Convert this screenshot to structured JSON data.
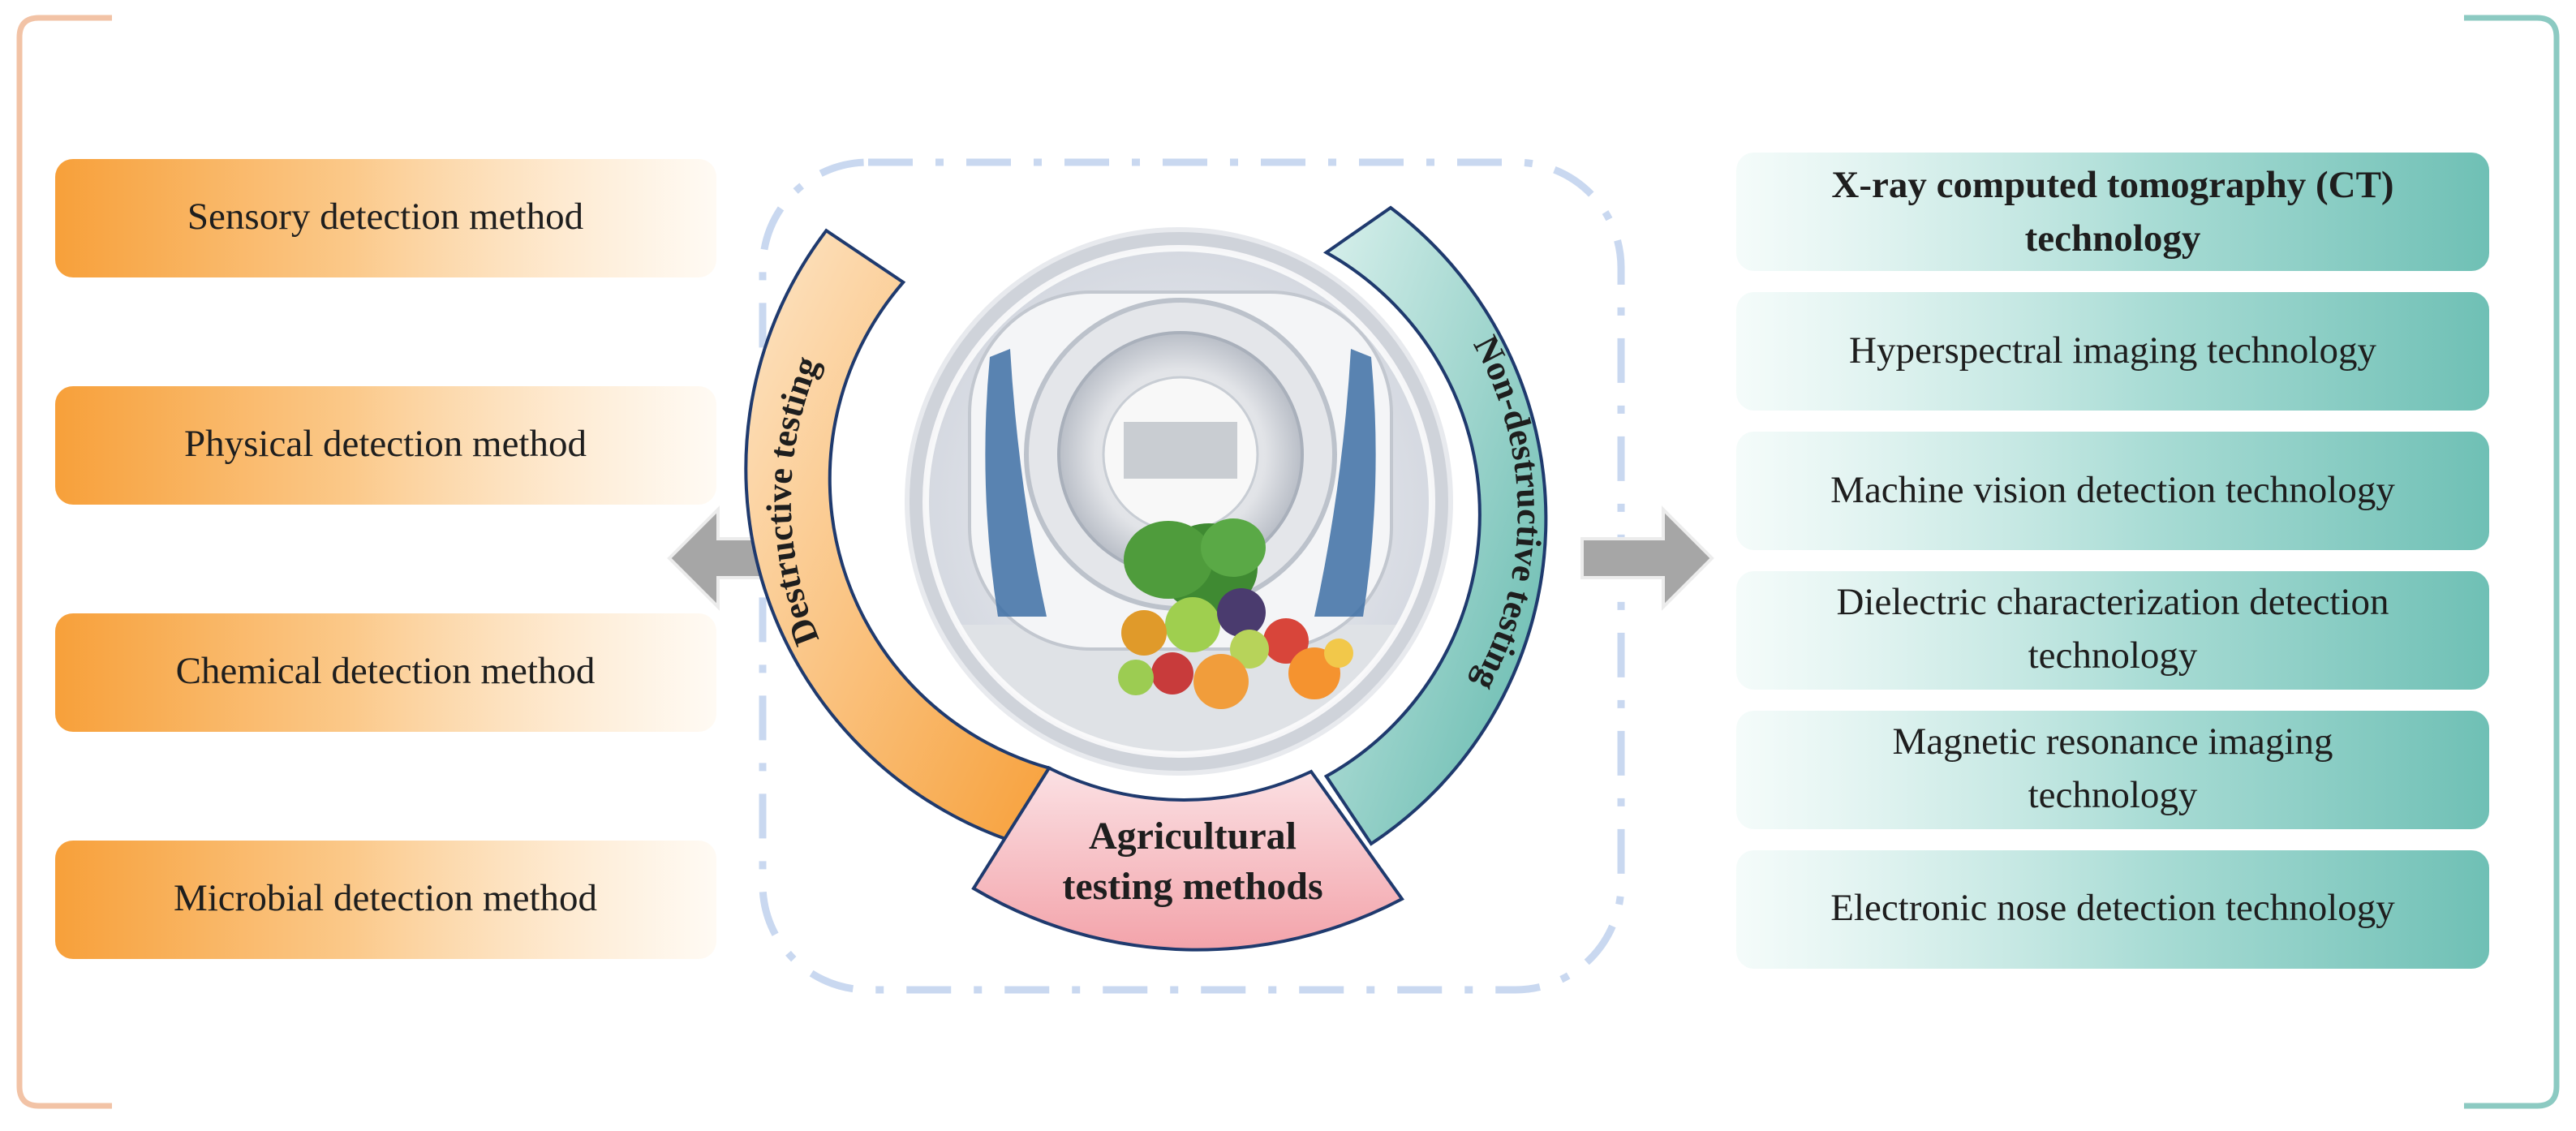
{
  "center": {
    "title_line1": "Agricultural",
    "title_line2": "testing methods",
    "left_arc_label": "Destructive testing",
    "right_arc_label": "Non-destructive testing"
  },
  "destructive_methods": [
    "Sensory detection method",
    "Physical detection method",
    "Chemical detection method",
    "Microbial detection method"
  ],
  "non_destructive_methods": [
    {
      "line1": "X-ray computed tomography (CT)",
      "line2": "technology"
    },
    {
      "line1": "Hyperspectral imaging technology",
      "line2": ""
    },
    {
      "line1": "Machine vision detection technology",
      "line2": ""
    },
    {
      "line1": "Dielectric characterization detection",
      "line2": "technology"
    },
    {
      "line1": "Magnetic resonance imaging",
      "line2": "technology"
    },
    {
      "line1": "Electronic nose detection technology",
      "line2": ""
    }
  ],
  "colors": {
    "destructive": "#f7a03a",
    "non_destructive": "#6fc0b5",
    "center": "#f3a3aa",
    "arrow": "#a6a6a6",
    "dashed_frame": "#c9d8f0"
  },
  "icons": {
    "center_image": "ct-scanner-with-fruits-and-vegetables",
    "left_arrow": "left-arrow-icon",
    "right_arrow": "right-arrow-icon"
  }
}
